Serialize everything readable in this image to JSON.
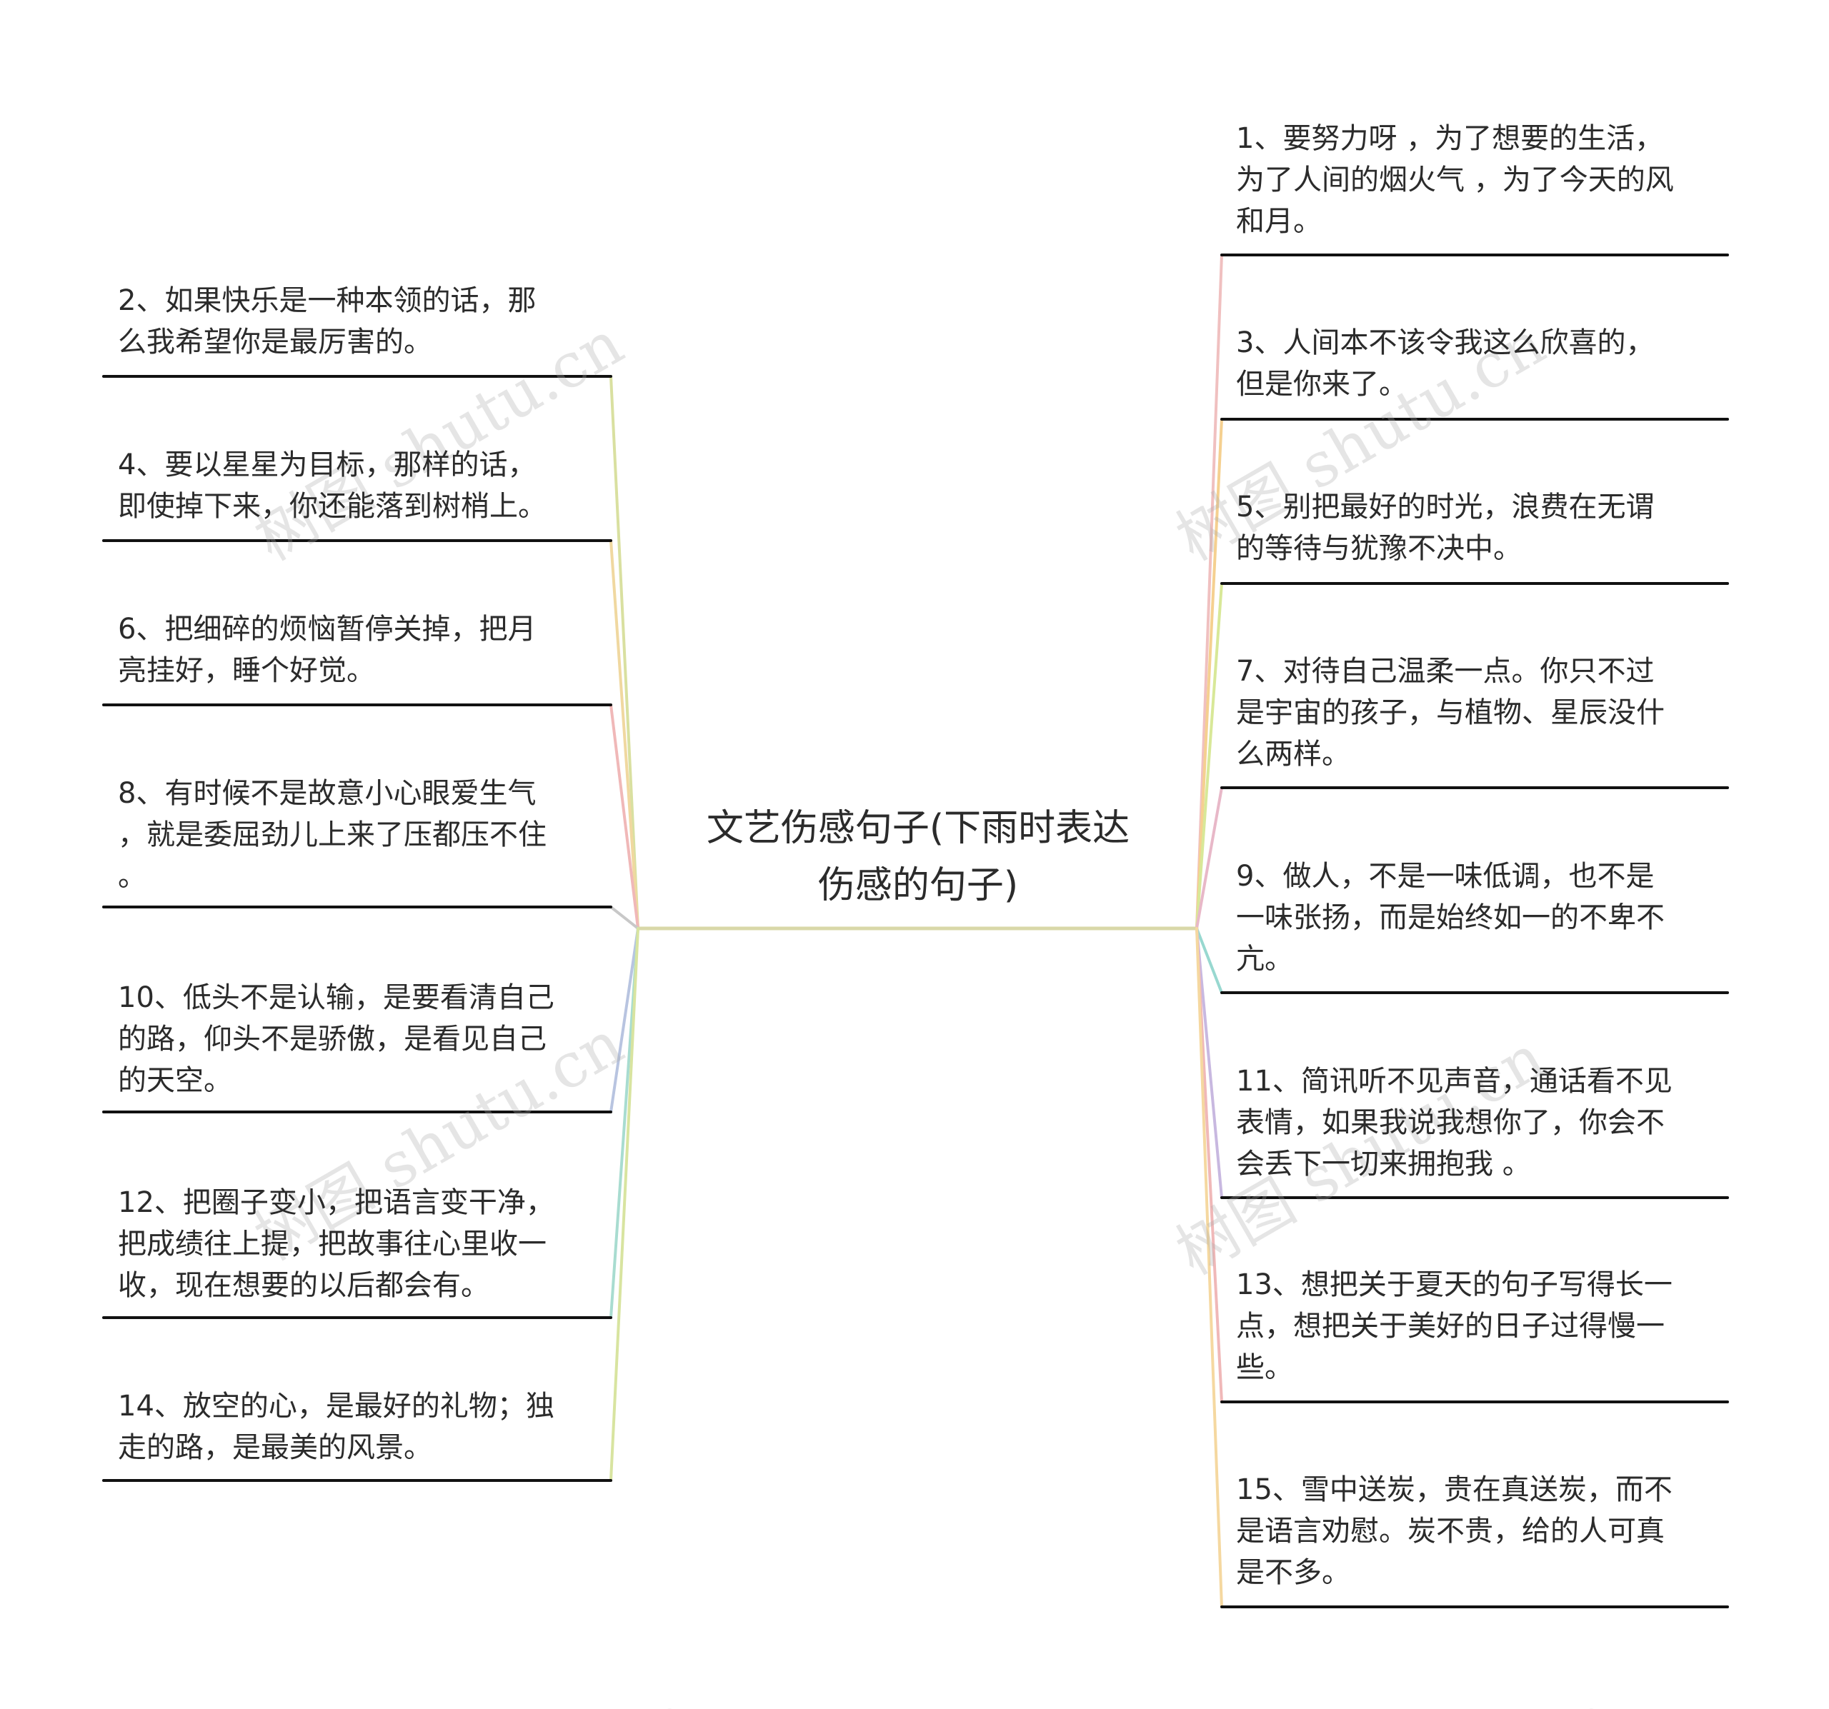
{
  "center": {
    "title_line1": "文艺伤感句子(下雨时表达",
    "title_line2": "伤感的句子)"
  },
  "watermark": "树图 shutu.cn",
  "watermark_partial": ".cn",
  "colors": {
    "underline": "#111111",
    "trunk": "#d9d8a8",
    "branches_left": [
      "#d9e0a0",
      "#f0d8a0",
      "#f0b8b8",
      "#c8c8c8",
      "#b8c4e0",
      "#a8dcd0",
      "#d8e4a0"
    ],
    "branches_right": [
      "#f0c0c0",
      "#f5d090",
      "#d8e898",
      "#e8b8c8",
      "#98d8d0",
      "#c8b8e0",
      "#f0b8b8",
      "#f5d8a0"
    ]
  },
  "left_nodes": [
    {
      "line1": "2、如果快乐是一种本领的话，那",
      "line2": "么我希望你是最厉害的。",
      "line3": ""
    },
    {
      "line1": "4、要以星星为目标，那样的话，",
      "line2": "即使掉下来，你还能落到树梢上。",
      "line3": ""
    },
    {
      "line1": "6、把细碎的烦恼暂停关掉，把月",
      "line2": "亮挂好，睡个好觉。",
      "line3": ""
    },
    {
      "line1": "8、有时候不是故意小心眼爱生气",
      "line2": "，就是委屈劲儿上来了压都压不住",
      "line3": "。"
    },
    {
      "line1": "10、低头不是认输，是要看清自己",
      "line2": "的路，仰头不是骄傲，是看见自己",
      "line3": "的天空。"
    },
    {
      "line1": "12、把圈子变小，把语言变干净，",
      "line2": "把成绩往上提，把故事往心里收一",
      "line3": "收，现在想要的以后都会有。"
    },
    {
      "line1": "14、放空的心，是最好的礼物；独",
      "line2": "走的路，是最美的风景。",
      "line3": ""
    }
  ],
  "right_nodes": [
    {
      "line1": "1、要努力呀 ，为了想要的生活，",
      "line2": "为了人间的烟火气 ，为了今天的风",
      "line3": "和月。"
    },
    {
      "line1": "3、人间本不该令我这么欣喜的，",
      "line2": "但是你来了。",
      "line3": ""
    },
    {
      "line1": "5、别把最好的时光，浪费在无谓",
      "line2": "的等待与犹豫不决中。",
      "line3": ""
    },
    {
      "line1": "7、对待自己温柔一点。你只不过",
      "line2": "是宇宙的孩子，与植物、星辰没什",
      "line3": "么两样。"
    },
    {
      "line1": "9、做人，不是一味低调，也不是",
      "line2": "一味张扬，而是始终如一的不卑不",
      "line3": "亢。"
    },
    {
      "line1": "11、简讯听不见声音，通话看不见",
      "line2": "表情，如果我说我想你了，你会不",
      "line3": "会丢下一切来拥抱我 。"
    },
    {
      "line1": "13、想把关于夏天的句子写得长一",
      "line2": "点，想把关于美好的日子过得慢一",
      "line3": "些。"
    },
    {
      "line1": "15、雪中送炭，贵在真送炭，而不",
      "line2": "是语言劝慰。炭不贵，给的人可真",
      "line3": "是不多。"
    }
  ]
}
